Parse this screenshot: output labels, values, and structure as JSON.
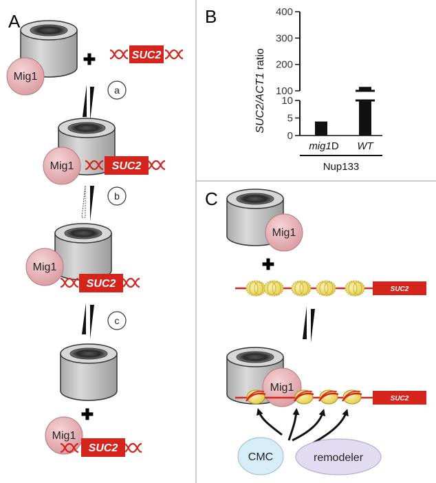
{
  "panels": {
    "a": "A",
    "b": "B",
    "c": "C"
  },
  "labels": {
    "mig1": "Mig1",
    "suc2": "SUC2",
    "plus": "✚",
    "step_a": "a",
    "step_b": "b",
    "step_c": "c",
    "cmc": "CMC",
    "remodeler": "remodeler"
  },
  "chart": {
    "ylabel_italic": "SUC2/ACT1",
    "ylabel_rest": " ratio",
    "ticks_upper": [
      "400",
      "300",
      "200",
      "100"
    ],
    "ticks_lower": [
      "10",
      "5",
      "0"
    ],
    "cat1_italic": "mig1",
    "cat1_rest": "D",
    "cat2": "WT",
    "group": "Nup133"
  },
  "colors": {
    "suc2_red": "#d4241c",
    "mig1_pink": "#e8b4b8",
    "pore_gray": "#c8c8c8",
    "nucleosome_yellow": "#f2e37a",
    "cmc_blue": "#d6ecf6",
    "remodeler_lilac": "#e2dcf2"
  },
  "chart_data": {
    "type": "bar",
    "categories": [
      "mig1D",
      "WT"
    ],
    "values": [
      4,
      115
    ],
    "ylabel": "SUC2/ACT1 ratio",
    "xlabel": "Nup133",
    "y_axis": "broken axis: 0–10 lower segment, 100–400 upper segment"
  }
}
